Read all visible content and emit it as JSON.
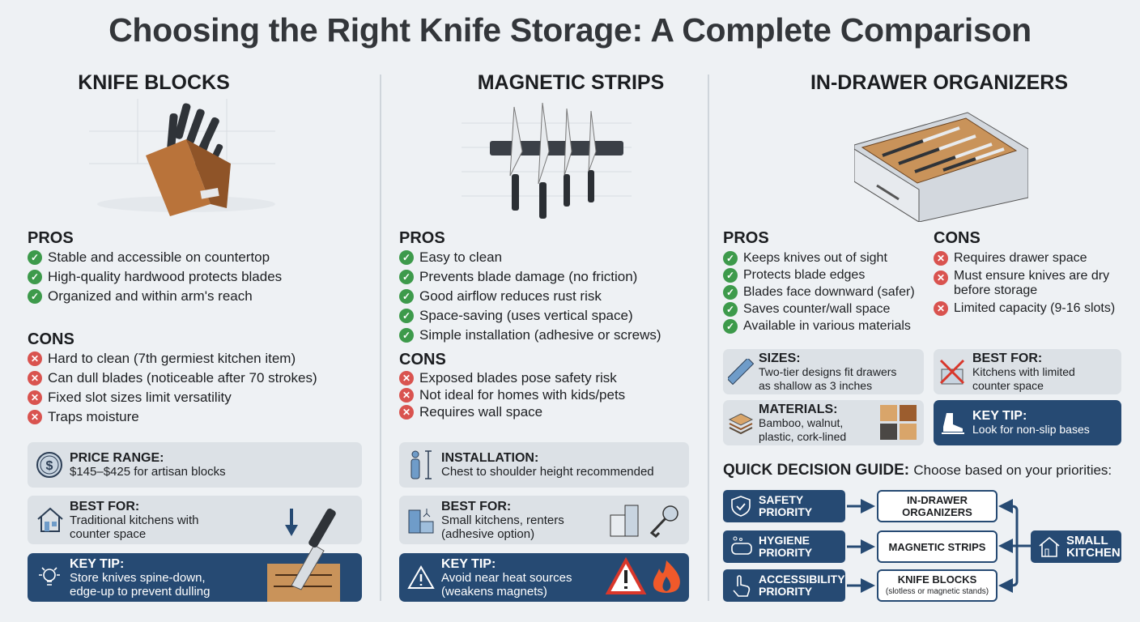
{
  "title": "Choosing the Right Knife Storage: A Complete Comparison",
  "colors": {
    "accent": "#264a73",
    "pro": "#3d9a4b",
    "con": "#d9534f",
    "panel": "#dce1e6"
  },
  "knife_blocks": {
    "heading": "KNIFE BLOCKS",
    "pros_label": "PROS",
    "cons_label": "CONS",
    "pros": [
      "Stable and accessible on countertop",
      "High-quality hardwood protects blades",
      "Organized and within arm's reach"
    ],
    "cons": [
      "Hard to clean (7th germiest kitchen item)",
      "Can dull blades (noticeable after 70 strokes)",
      "Fixed slot sizes limit versatility",
      "Traps moisture"
    ],
    "price": {
      "title": "PRICE RANGE:",
      "text": "$145–$425 for artisan blocks",
      "icon": "dollar-coin-icon"
    },
    "best": {
      "title": "BEST FOR:",
      "text1": "Traditional kitchens with",
      "text2": "counter space",
      "icon": "house-icon"
    },
    "tip": {
      "title": "KEY TIP:",
      "text1": "Store knives spine-down,",
      "text2": "edge-up to prevent dulling",
      "icon": "lightbulb-icon"
    }
  },
  "magnetic_strips": {
    "heading": "MAGNETIC STRIPS",
    "pros_label": "PROS",
    "cons_label": "CONS",
    "pros": [
      "Easy to clean",
      "Prevents blade damage (no friction)",
      "Good airflow reduces rust risk",
      "Space-saving (uses vertical space)",
      "Simple installation (adhesive or screws)"
    ],
    "cons": [
      "Exposed blades pose safety risk",
      "Not ideal for homes with kids/pets",
      "Requires wall space"
    ],
    "install": {
      "title": "INSTALLATION:",
      "text": "Chest to shoulder height recommended",
      "icon": "person-height-icon"
    },
    "best": {
      "title": "BEST FOR:",
      "text1": "Small kitchens, renters",
      "text2": "(adhesive option)",
      "icon": "kitchen-icon"
    },
    "tip": {
      "title": "KEY TIP:",
      "text1": "Avoid near heat sources",
      "text2": "(weakens magnets)",
      "icon": "warning-icon"
    }
  },
  "in_drawer": {
    "heading": "IN-DRAWER ORGANIZERS",
    "pros_label": "PROS",
    "cons_label": "CONS",
    "pros": [
      "Keeps knives out of sight",
      "Protects blade edges",
      "Blades face downward (safer)",
      "Saves counter/wall space",
      "Available in various materials"
    ],
    "cons": [
      "Requires drawer space",
      "Must ensure knives are dry",
      "before storage",
      "Limited capacity (9-16 slots)"
    ],
    "sizes": {
      "title": "SIZES:",
      "text1": "Two-tier designs fit drawers",
      "text2": "as shallow as 3 inches",
      "icon": "ruler-icon"
    },
    "best": {
      "title": "BEST FOR:",
      "text1": "Kitchens with limited",
      "text2": "counter space",
      "icon": "no-counter-icon"
    },
    "materials": {
      "title": "MATERIALS:",
      "text1": "Bamboo, walnut,",
      "text2": "plastic, cork-lined",
      "icon": "layers-icon"
    },
    "tip": {
      "title": "KEY TIP:",
      "text": "Look for non-slip bases",
      "icon": "shoe-icon"
    }
  },
  "guide": {
    "title": "QUICK DECISION GUIDE:",
    "subtitle": "Choose based on your priorities:",
    "priorities": [
      {
        "l1": "SAFETY",
        "l2": "PRIORITY"
      },
      {
        "l1": "HYGIENE",
        "l2": "PRIORITY"
      },
      {
        "l1": "ACCESSIBILITY",
        "l2": "PRIORITY"
      }
    ],
    "options": [
      {
        "l1": "IN-DRAWER",
        "l2": "ORGANIZERS"
      },
      {
        "l1": "MAGNETIC STRIPS"
      },
      {
        "l1": "KNIFE BLOCKS",
        "l2": "(slotless or magnetic stands)"
      }
    ],
    "small": {
      "l1": "SMALL",
      "l2": "KITCHEN"
    }
  }
}
